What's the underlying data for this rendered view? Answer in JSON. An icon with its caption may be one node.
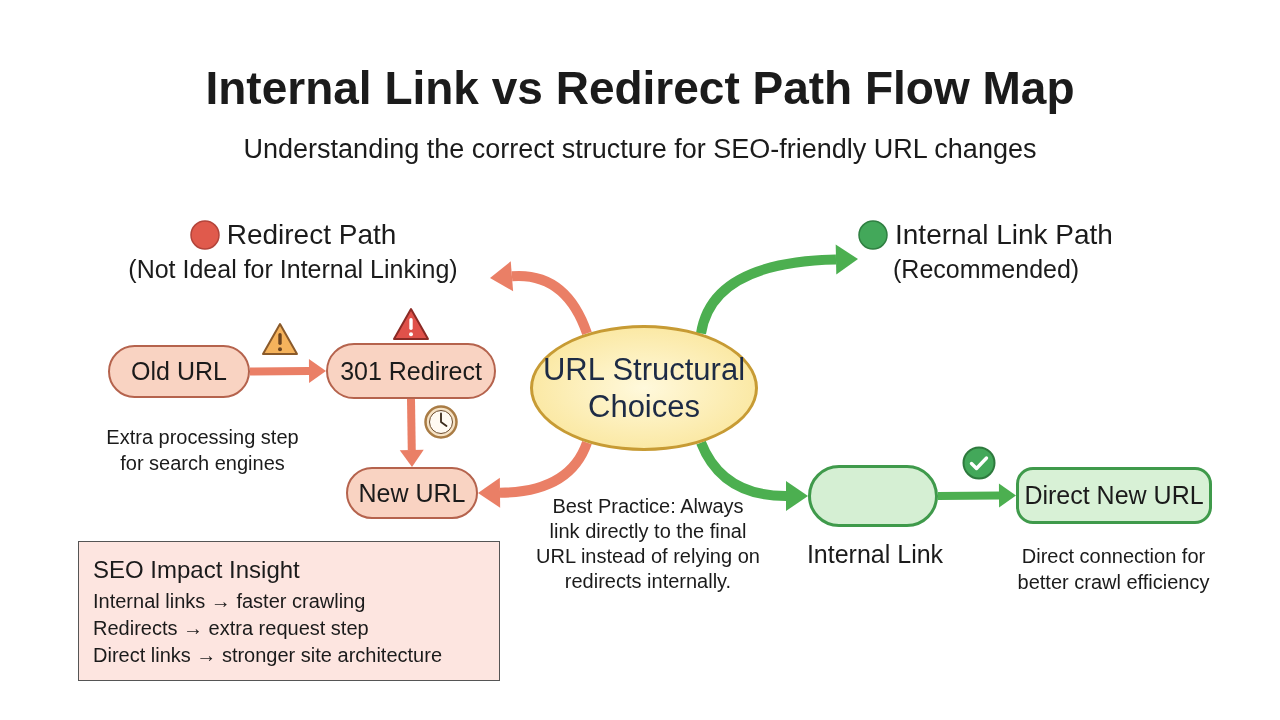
{
  "diagram": {
    "title": "Internal Link vs Redirect Path Flow Map",
    "nodes": [
      {
        "text": [
          "Redirect Path",
          "(Not Ideal for Internal Linking)"
        ]
      },
      {
        "text": [
          "Internal Link Path",
          "(Recommended)"
        ]
      },
      {
        "text": [
          "Old URL"
        ]
      },
      {
        "text": [
          "301 Redirect"
        ]
      },
      {
        "text": [
          "New URL"
        ]
      },
      {
        "text": [
          "URL Structural Choices"
        ]
      },
      {
        "text": [
          "Internal Link"
        ]
      },
      {
        "text": [
          "Direct New URL"
        ],
        "beside": [
          "Direct connection for better crawl efficiency"
        ]
      },
      {
        "text": [
          "SEO Impact Insight",
          "Internal links → faster crawling",
          "Redirects → extra request step",
          "Direct links → stronger site architecture"
        ]
      }
    ],
    "edges": [
      {
        "from": 5,
        "to": 0,
        "arrow": "to"
      },
      {
        "from": 5,
        "to": 1,
        "arrow": "to",
        "color": "#4caf50"
      },
      {
        "from": 5,
        "to": 4,
        "arrow": "to"
      },
      {
        "from": 5,
        "to": 6,
        "arrow": "to",
        "color": "#4caf50"
      },
      {
        "from": 2,
        "to": 3,
        "arrow": "to"
      },
      {
        "from": 3,
        "to": 4,
        "arrow": "to"
      },
      {
        "from": 6,
        "to": 7,
        "arrow": "to",
        "color": "#4caf50"
      }
    ],
    "labels": [
      "Understanding the correct structure for SEO-friendly URL changes",
      "Extra processing step for search engines",
      "Best Practice: Always link directly to the final URL instead of relying on redirects internally."
    ]
  }
}
